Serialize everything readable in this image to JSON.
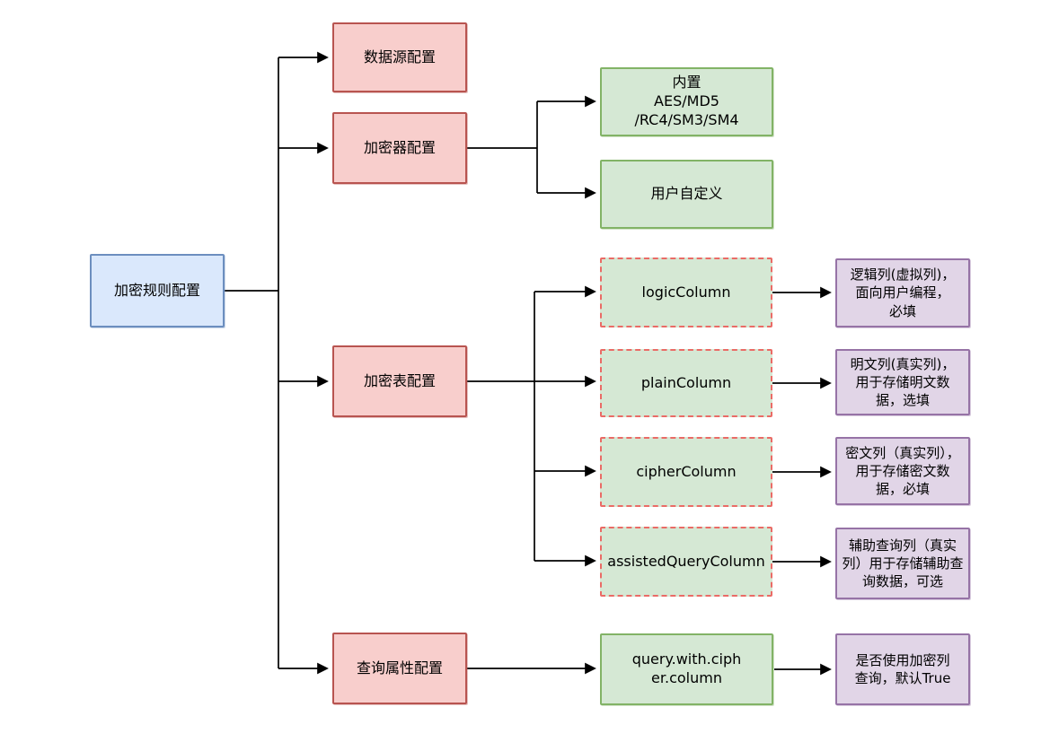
{
  "nodes": {
    "root": "加密规则配置",
    "datasource": "数据源配置",
    "encryptor": "加密器配置",
    "encrypt_table": "加密表配置",
    "query_props": "查询属性配置",
    "builtin": "内置\nAES/MD5\n/RC4/SM3/SM4",
    "user_custom": "用户自定义",
    "logic_column": "logicColumn",
    "plain_column": "plainColumn",
    "cipher_column": "cipherColumn",
    "assisted_query_column": "assistedQueryColumn",
    "query_with_cipher_column": "query.with.ciph\ner.column",
    "logic_column_desc": "逻辑列(虚拟列)，\n面向用户编程，\n必填",
    "plain_column_desc": "明文列(真实列)，\n用于存储明文数\n据，选填",
    "cipher_column_desc": "密文列（真实列），\n用于存储密文数\n据，必填",
    "assisted_query_column_desc": "辅助查询列（真实\n列）用于存储辅助查\n询数据，可选",
    "query_with_cipher_column_desc": "是否使用加密列\n查询，默认True"
  },
  "colors": {
    "root_fill": "#dae8fc",
    "root_border": "#6c8ebf",
    "branch_fill": "#f8cecc",
    "branch_border": "#b85450",
    "green_fill": "#d5e8d4",
    "green_border": "#82b366",
    "dashed_border": "#ea6b66",
    "desc_fill": "#e1d5e7",
    "desc_border": "#9673a6",
    "connector": "#000000"
  }
}
